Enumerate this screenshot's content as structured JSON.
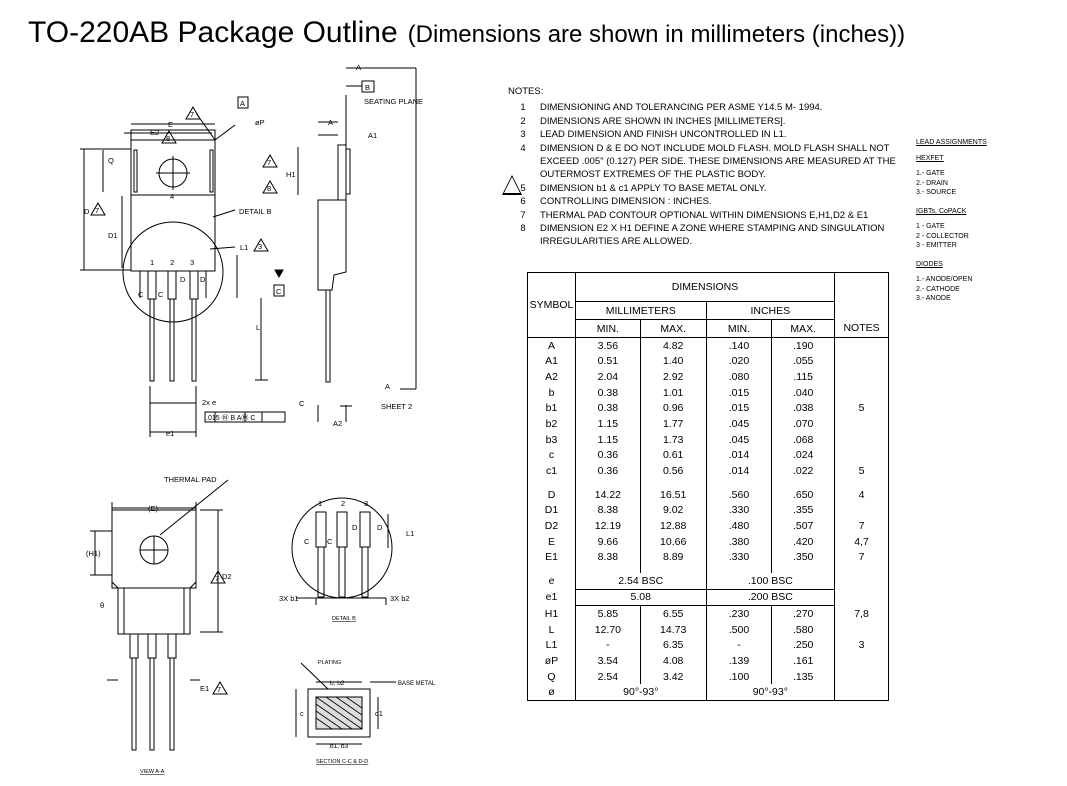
{
  "title": {
    "main": "TO-220AB Package Outline",
    "sub": "(Dimensions are shown in millimeters (inches))"
  },
  "notes": {
    "header": "NOTES:",
    "items": [
      {
        "num": "1",
        "text": "DIMENSIONING AND TOLERANCING PER ASME Y14.5 M- 1994."
      },
      {
        "num": "2",
        "text": "DIMENSIONS ARE SHOWN IN INCHES [MILLIMETERS]."
      },
      {
        "num": "3",
        "text": "LEAD DIMENSION AND FINISH UNCONTROLLED IN L1."
      },
      {
        "num": "4",
        "text": "DIMENSION D & E DO NOT INCLUDE MOLD FLASH. MOLD FLASH SHALL NOT EXCEED .005\" (0.127) PER SIDE. THESE DIMENSIONS ARE MEASURED AT THE OUTERMOST EXTREMES OF THE PLASTIC BODY."
      },
      {
        "num": "5",
        "text": "DIMENSION b1 & c1 APPLY TO BASE METAL ONLY."
      },
      {
        "num": "6",
        "text": "CONTROLLING DIMENSION : INCHES."
      },
      {
        "num": "7",
        "text": "THERMAL PAD CONTOUR OPTIONAL WITHIN DIMENSIONS E,H1,D2 & E1"
      },
      {
        "num": "8",
        "text": "DIMENSION E2 X H1 DEFINE A ZONE WHERE STAMPING AND SINGULATION IRREGULARITIES ARE ALLOWED."
      }
    ]
  },
  "lead_assignments": {
    "title": "LEAD ASSIGNMENTS",
    "groups": [
      {
        "name": "HEXFET",
        "items": [
          "1.- GATE",
          "2.- DRAIN",
          "3.- SOURCE"
        ]
      },
      {
        "name": "IGBTs, CoPACK",
        "items": [
          "1 - GATE",
          "2 - COLLECTOR",
          "3 - EMITTER"
        ]
      },
      {
        "name": "DIODES",
        "items": [
          "1.- ANODE/OPEN",
          "2.- CATHODE",
          "3.- ANODE"
        ]
      }
    ]
  },
  "table": {
    "symbol_label": "SYMBOL",
    "dimensions_label": "DIMENSIONS",
    "mm_label": "MILLIMETERS",
    "in_label": "INCHES",
    "min_label": "MIN.",
    "max_label": "MAX.",
    "notes_label": "NOTES",
    "rows": [
      {
        "sym": "A",
        "mm_min": "3.56",
        "mm_max": "4.82",
        "in_min": ".140",
        "in_max": ".190",
        "note": ""
      },
      {
        "sym": "A1",
        "mm_min": "0.51",
        "mm_max": "1.40",
        "in_min": ".020",
        "in_max": ".055",
        "note": ""
      },
      {
        "sym": "A2",
        "mm_min": "2.04",
        "mm_max": "2.92",
        "in_min": ".080",
        "in_max": ".115",
        "note": ""
      },
      {
        "sym": "b",
        "mm_min": "0.38",
        "mm_max": "1.01",
        "in_min": ".015",
        "in_max": ".040",
        "note": ""
      },
      {
        "sym": "b1",
        "mm_min": "0.38",
        "mm_max": "0.96",
        "in_min": ".015",
        "in_max": ".038",
        "note": "5"
      },
      {
        "sym": "b2",
        "mm_min": "1.15",
        "mm_max": "1.77",
        "in_min": ".045",
        "in_max": ".070",
        "note": ""
      },
      {
        "sym": "b3",
        "mm_min": "1.15",
        "mm_max": "1.73",
        "in_min": ".045",
        "in_max": ".068",
        "note": ""
      },
      {
        "sym": "c",
        "mm_min": "0.36",
        "mm_max": "0.61",
        "in_min": ".014",
        "in_max": ".024",
        "note": ""
      },
      {
        "sym": "c1",
        "mm_min": "0.36",
        "mm_max": "0.56",
        "in_min": ".014",
        "in_max": ".022",
        "note": "5"
      },
      {
        "sym": "D",
        "mm_min": "14.22",
        "mm_max": "16.51",
        "in_min": ".560",
        "in_max": ".650",
        "note": "4"
      },
      {
        "sym": "D1",
        "mm_min": "8.38",
        "mm_max": "9.02",
        "in_min": ".330",
        "in_max": ".355",
        "note": ""
      },
      {
        "sym": "D2",
        "mm_min": "12.19",
        "mm_max": "12.88",
        "in_min": ".480",
        "in_max": ".507",
        "note": "7"
      },
      {
        "sym": "E",
        "mm_min": "9.66",
        "mm_max": "10.66",
        "in_min": ".380",
        "in_max": ".420",
        "note": "4,7"
      },
      {
        "sym": "E1",
        "mm_min": "8.38",
        "mm_max": "8.89",
        "in_min": ".330",
        "in_max": ".350",
        "note": "7"
      },
      {
        "sym": "e",
        "mm_span": "2.54 BSC",
        "in_span": ".100 BSC",
        "note": ""
      },
      {
        "sym": "e1",
        "mm_span": "5.08",
        "in_span": ".200 BSC",
        "note": ""
      },
      {
        "sym": "H1",
        "mm_min": "5.85",
        "mm_max": "6.55",
        "in_min": ".230",
        "in_max": ".270",
        "note": "7,8"
      },
      {
        "sym": "L",
        "mm_min": "12.70",
        "mm_max": "14.73",
        "in_min": ".500",
        "in_max": ".580",
        "note": ""
      },
      {
        "sym": "L1",
        "mm_min": "-",
        "mm_max": "6.35",
        "in_min": "-",
        "in_max": ".250",
        "note": "3"
      },
      {
        "sym": "øP",
        "mm_min": "3.54",
        "mm_max": "4.08",
        "in_min": ".139",
        "in_max": ".161",
        "note": ""
      },
      {
        "sym": "Q",
        "mm_min": "2.54",
        "mm_max": "3.42",
        "in_min": ".100",
        "in_max": ".135",
        "note": ""
      },
      {
        "sym": "ø",
        "mm_span": "90°-93°",
        "in_span": "90°-93°",
        "note": ""
      }
    ]
  },
  "drawing": {
    "labels": {
      "seating_plane": "SEATING PLANE",
      "detail_b": "DETAIL B",
      "sheet_2": "SHEET 2",
      "thermal_pad": "THERMAL PAD",
      "detail_b_caption": "DETAIL B",
      "view_aa": "VIEW A-A",
      "plating": "PLATING",
      "base_metal": "BASE METAL",
      "section_caption": "SECTION C-C & D-D",
      "tolerance": ".015 Ⓜ B AⓂ C",
      "two_x_e": "2x e",
      "three_x_b1": "3X b1",
      "three_x_b2": "3X b2",
      "b_b2": "b, b2",
      "b1_b3": "b1, b3",
      "e1_box": "e1",
      "dim_E": "E",
      "dim_E2": "E2",
      "dim_Q": "Q",
      "dim_D": "D",
      "dim_D1": "D1",
      "dim_H1": "H1",
      "dim_L": "L",
      "dim_L1": "L1",
      "dim_A": "A",
      "dim_A1": "A1",
      "dim_A2": "A2",
      "dim_C": "C",
      "dim_P": "øP",
      "ref_A": "A",
      "ref_B": "B",
      "ref_C": "C",
      "paren_E": "(E)",
      "paren_H1": "(H1)",
      "dim_D2": "D2",
      "dim_E1": "E1",
      "theta": "θ",
      "dim_c": "c",
      "dim_c1": "c1",
      "pin1": "1",
      "pin2": "2",
      "pin3": "3",
      "dd": "D",
      "cc": "C",
      "four": "4"
    },
    "flags": {
      "f7": "7",
      "f8": "8",
      "f3": "3",
      "f5": "5"
    }
  }
}
